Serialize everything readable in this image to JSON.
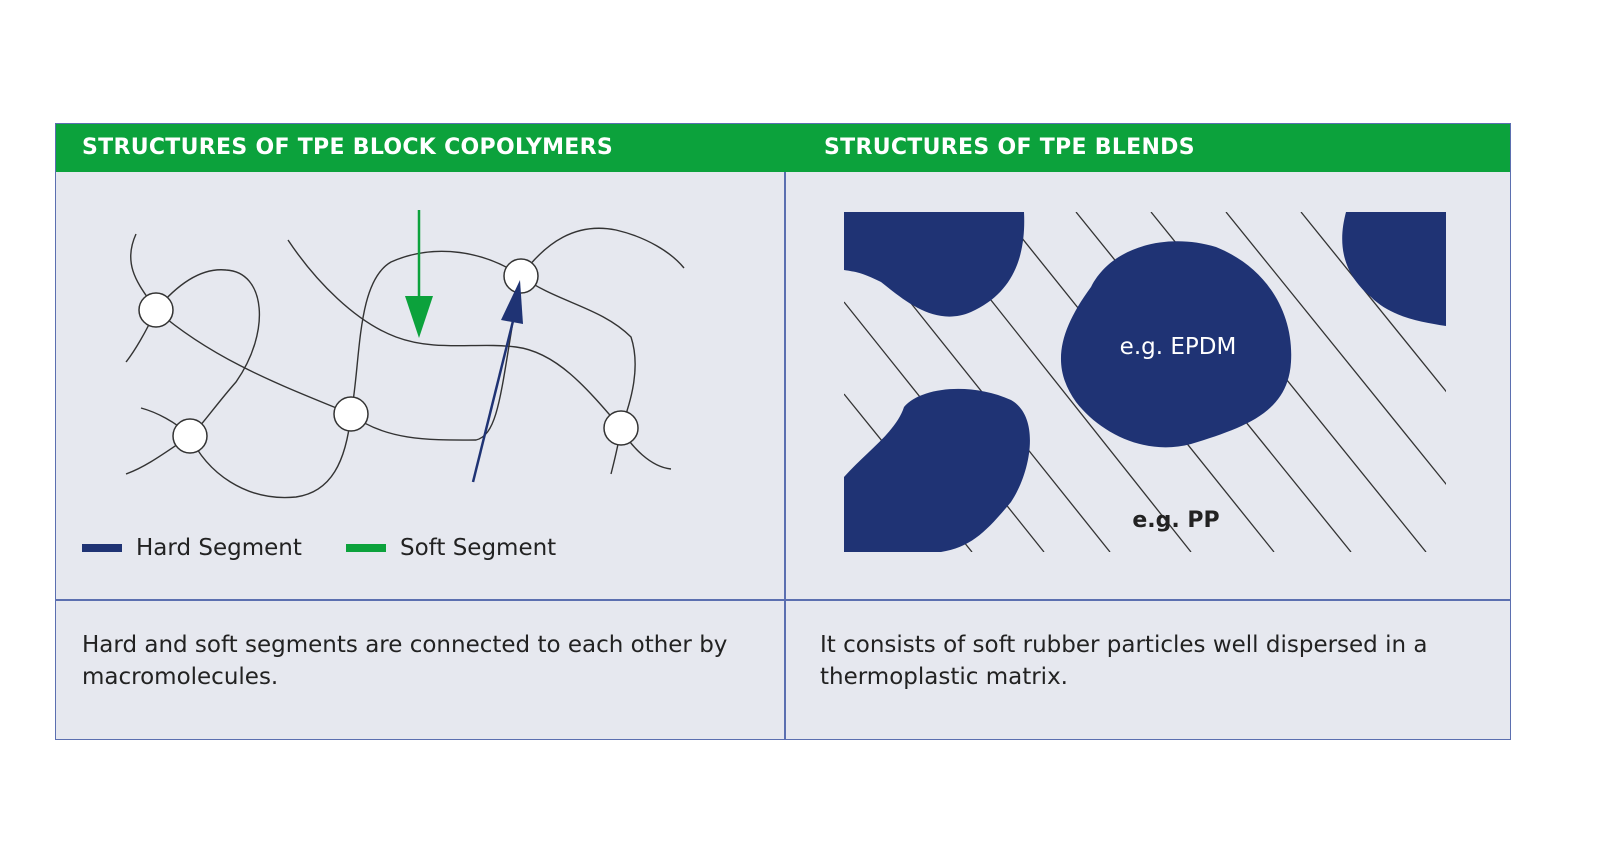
{
  "columns": [
    {
      "title": "STRUCTURES OF TPE BLOCK COPOLYMERS",
      "legend": [
        {
          "label": "Hard Segment",
          "color": "#1f3374"
        },
        {
          "label": "Soft Segment",
          "color": "#0ca23c"
        }
      ],
      "description": "Hard and soft segments are connected to each other by macromolecules."
    },
    {
      "title": "STRUCTURES OF TPE BLENDS",
      "labels": {
        "particle": "e.g. EPDM",
        "matrix": "e.g. PP"
      },
      "description": "It consists of soft rubber particles well dispersed in a thermoplastic matrix."
    }
  ],
  "colors": {
    "header_green": "#0ca23c",
    "panel_bg": "#e6e8ef",
    "border_blue": "#5b6fb0",
    "particle_navy": "#1f3374",
    "soft_arrow": "#0ca23c",
    "hard_arrow": "#1f3374"
  }
}
